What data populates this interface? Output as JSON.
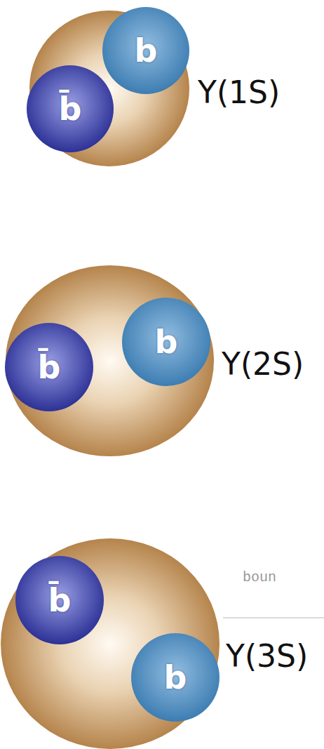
{
  "diagram": {
    "nodes": [
      {
        "text": [
          "Υ(1S)"
        ]
      },
      {
        "text": [
          "b"
        ],
        "in": 0
      },
      {
        "text": [
          "b̄"
        ],
        "in": 0
      },
      {
        "text": [
          "Υ(2S)"
        ]
      },
      {
        "text": [
          "b̄"
        ],
        "in": 3
      },
      {
        "text": [
          "b"
        ],
        "in": 3
      },
      {
        "text": [
          "Υ(3S)"
        ]
      },
      {
        "text": [
          "b̄"
        ],
        "in": 6
      },
      {
        "text": [
          "b"
        ],
        "in": 6
      }
    ],
    "labels": [
      "boun"
    ]
  }
}
